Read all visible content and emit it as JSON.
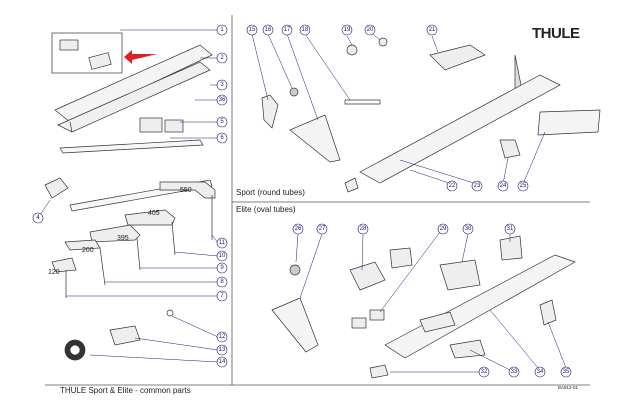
{
  "brand": {
    "logo_text": "THULE"
  },
  "sections": {
    "sport": "Sport (round tubes)",
    "elite": "Elite (oval tubes)"
  },
  "footer": {
    "title": "THULE Sport & Elite - common parts",
    "code": "BA812-01"
  },
  "dimensions": [
    "550",
    "405",
    "395",
    "260",
    "120"
  ],
  "callouts": [
    "1",
    "2",
    "3",
    "36",
    "5",
    "6",
    "4",
    "11",
    "10",
    "9",
    "8",
    "7",
    "12",
    "13",
    "14",
    "15",
    "16",
    "17",
    "18",
    "19",
    "20",
    "21",
    "22",
    "23",
    "24",
    "25",
    "26",
    "27",
    "28",
    "29",
    "30",
    "31",
    "32",
    "33",
    "34",
    "35"
  ],
  "colors": {
    "line": "#1a1a6e",
    "drawing": "#333333",
    "arrow": "#e02020"
  }
}
